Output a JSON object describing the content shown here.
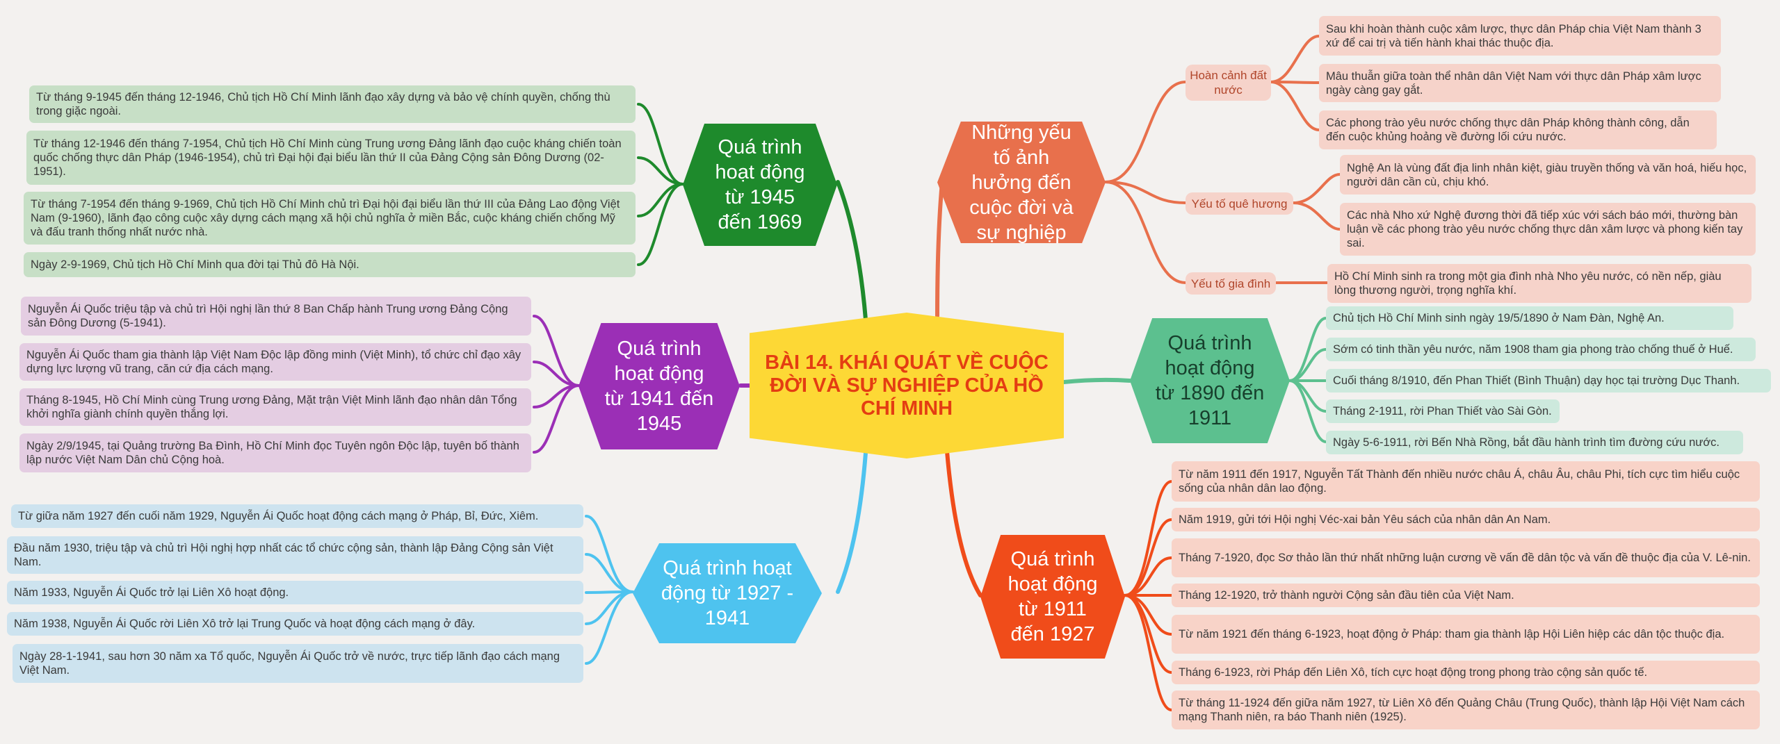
{
  "center": {
    "title": "BÀI 14. KHÁI QUÁT VỀ CUỘC ĐỜI VÀ SỰ NGHIỆP CỦA HỒ CHÍ MINH"
  },
  "colors": {
    "center_fill": "#fdd835",
    "center_text": "#e43d12",
    "green": "#1e8a2c",
    "purple": "#9b2fb6",
    "blue": "#4ec3ef",
    "orange": "#e8704c",
    "teal": "#5cc08f",
    "red": "#f04c1a"
  },
  "branches": {
    "b1945": {
      "title": "Quá trình hoạt động từ 1945 đến 1969",
      "items": [
        "Từ tháng 9-1945 đến tháng 12-1946, Chủ tịch Hồ Chí Minh lãnh đạo xây dựng và bảo vệ chính quyền, chống thù trong giặc ngoài.",
        "Từ tháng 12-1946 đến tháng 7-1954, Chủ tịch Hồ Chí Minh cùng Trung ương Đảng lãnh đạo cuộc kháng chiến toàn quốc chống thực dân Pháp (1946-1954), chủ trì Đại hội đại biểu lần thứ II của Đảng Cộng sản Đông Dương (02-1951).",
        "Từ tháng 7-1954 đến tháng 9-1969, Chủ tịch Hồ Chí Minh chủ trì Đại hội đại biểu lần thứ III của Đảng Lao động Việt Nam (9-1960), lãnh đạo công cuộc xây dựng cách mạng xã hội chủ nghĩa ở miền Bắc, cuộc kháng chiến chống Mỹ và đấu tranh thống nhất nước nhà.",
        "Ngày 2-9-1969, Chủ tịch Hồ Chí Minh qua đời tại Thủ đô Hà Nội."
      ]
    },
    "b1941": {
      "title": "Quá trình hoạt động từ 1941 đến 1945",
      "items": [
        "Nguyễn Ái Quốc triệu tập và chủ trì Hội nghị lần thứ 8 Ban Chấp hành Trung ương Đảng Cộng sản Đông Dương (5-1941).",
        "Nguyễn Ái Quốc tham gia thành lập Việt Nam Độc lập đồng minh (Việt Minh), tổ chức chỉ đạo xây dựng lực lượng vũ trang, căn cứ địa cách mạng.",
        "Tháng 8-1945, Hồ Chí Minh cùng Trung ương Đảng, Mặt trận Việt Minh lãnh đạo nhân dân Tổng khởi nghĩa giành chính quyền thắng lợi.",
        "Ngày 2/9/1945, tại Quảng trường Ba Đình, Hồ Chí Minh đọc Tuyên ngôn Độc lập, tuyên bố thành lập nước Việt Nam Dân chủ Cộng hoà."
      ]
    },
    "b1927": {
      "title": "Quá trình hoạt động từ 1927 - 1941",
      "items": [
        "Từ giữa năm 1927 đến cuối năm 1929, Nguyễn Ái Quốc hoạt động cách mạng ở Pháp, Bỉ, Đức, Xiêm.",
        "Đầu năm 1930, triệu tập và chủ trì Hội nghị hợp nhất các tổ chức cộng sản, thành lập Đảng Cộng sản Việt Nam.",
        "Năm 1933, Nguyễn Ái Quốc trở lại Liên Xô hoạt động.",
        "Năm 1938, Nguyễn Ái Quốc rời Liên Xô trở lại Trung Quốc và hoạt động cách mạng ở đây.",
        "Ngày 28-1-1941, sau hơn 30 năm xa Tổ quốc, Nguyễn Ái Quốc trở về nước, trực tiếp lãnh đạo cách mạng Việt Nam."
      ]
    },
    "factors": {
      "title": "Những yếu tố ảnh hưởng đến cuộc đời và sự nghiệp",
      "groups": [
        {
          "label": "Hoàn cảnh đất nước",
          "items": [
            "Sau khi hoàn thành cuộc xâm lược, thực dân Pháp chia Việt Nam thành 3 xứ để cai trị và tiến hành khai thác thuộc địa.",
            "Mâu thuẫn giữa toàn thể nhân dân Việt Nam với thực dân Pháp xâm lược ngày càng gay gắt.",
            "Các phong trào yêu nước chống thực dân Pháp không thành công, dẫn đến cuộc khủng hoảng về đường lối cứu nước."
          ]
        },
        {
          "label": "Yếu tố quê hương",
          "items": [
            "Nghệ An là vùng đất địa linh nhân kiệt, giàu truyền thống và văn hoá, hiếu học, người dân cần cù, chịu khó.",
            "Các nhà Nho xứ Nghệ đương thời đã tiếp xúc với sách báo mới, thường bàn luận về các phong trào yêu nước chống thực dân xâm lược và phong kiến tay sai."
          ]
        },
        {
          "label": "Yếu tố gia đình",
          "items": [
            "Hồ Chí Minh sinh ra trong một gia đình nhà Nho yêu nước, có nền nếp, giàu lòng thương người, trọng nghĩa khí."
          ]
        }
      ]
    },
    "b1890": {
      "title": "Quá trình hoạt động từ 1890 đến 1911",
      "items": [
        "Chủ tịch Hồ Chí Minh sinh ngày 19/5/1890 ở Nam Đàn, Nghệ An.",
        "Sớm có tinh thần yêu nước, năm 1908 tham gia phong trào chống thuế ở Huế.",
        "Cuối tháng 8/1910, đến Phan Thiết (Bình Thuận) dạy học tại trường Dục Thanh.",
        "Tháng 2-1911, rời Phan Thiết vào Sài Gòn.",
        "Ngày 5-6-1911, rời Bến Nhà Rồng, bắt đầu hành trình tìm đường cứu nước."
      ]
    },
    "b1911": {
      "title": "Quá trình hoạt động từ 1911 đến 1927",
      "items": [
        "Từ năm 1911 đến 1917, Nguyễn Tất Thành đến nhiều nước châu Á, châu Âu, châu Phi, tích cực tìm hiểu cuộc sống của nhân dân lao động.",
        "Năm 1919, gửi tới Hội nghị Véc-xai bản Yêu sách của nhân dân An Nam.",
        "Tháng 7-1920, đọc Sơ thảo lần thứ nhất những luận cương về vấn đề dân tộc và vấn đề thuộc địa của V. Lê-nin.",
        "Tháng 12-1920, trở thành người Cộng sản đầu tiên của Việt Nam.",
        "Từ năm 1921 đến tháng 6-1923, hoạt động ở Pháp: tham gia thành lập Hội Liên hiệp các dân tộc thuộc địa.",
        "Tháng 6-1923, rời Pháp đến Liên Xô, tích cực hoạt động trong phong trào cộng sản quốc tế.",
        "Từ tháng 11-1924 đến giữa năm 1927, từ Liên Xô đến Quảng Châu (Trung Quốc), thành lập Hội Việt Nam cách mạng Thanh niên, ra báo Thanh niên (1925)."
      ]
    }
  }
}
